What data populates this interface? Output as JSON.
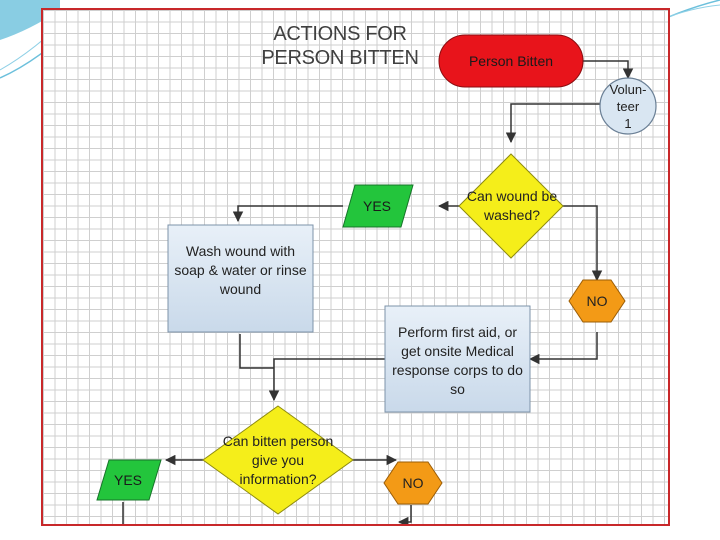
{
  "title": "ACTIONS FOR PERSON BITTEN",
  "nodes": {
    "start": "Person Bitten",
    "volunteer": "Volun- teer 1",
    "decision_washed": "Can wound be washed?",
    "yes_1": "YES",
    "no_1": "NO",
    "wash": "Wash wound with soap & water or rinse wound",
    "first_aid": "Perform first aid, or get onsite Medical response corps to do so",
    "decision_info": "Can bitten person give you information?",
    "yes_2": "YES",
    "no_2": "NO"
  },
  "colors": {
    "frame": "#c8282a",
    "start": "#e8141b",
    "volunteer": "#d9e6f2",
    "decision": "#f5ee1a",
    "yes": "#23c53c",
    "no": "#f39a16",
    "process": "#d9e6f2",
    "accent_lines": "#6cc0dc"
  }
}
